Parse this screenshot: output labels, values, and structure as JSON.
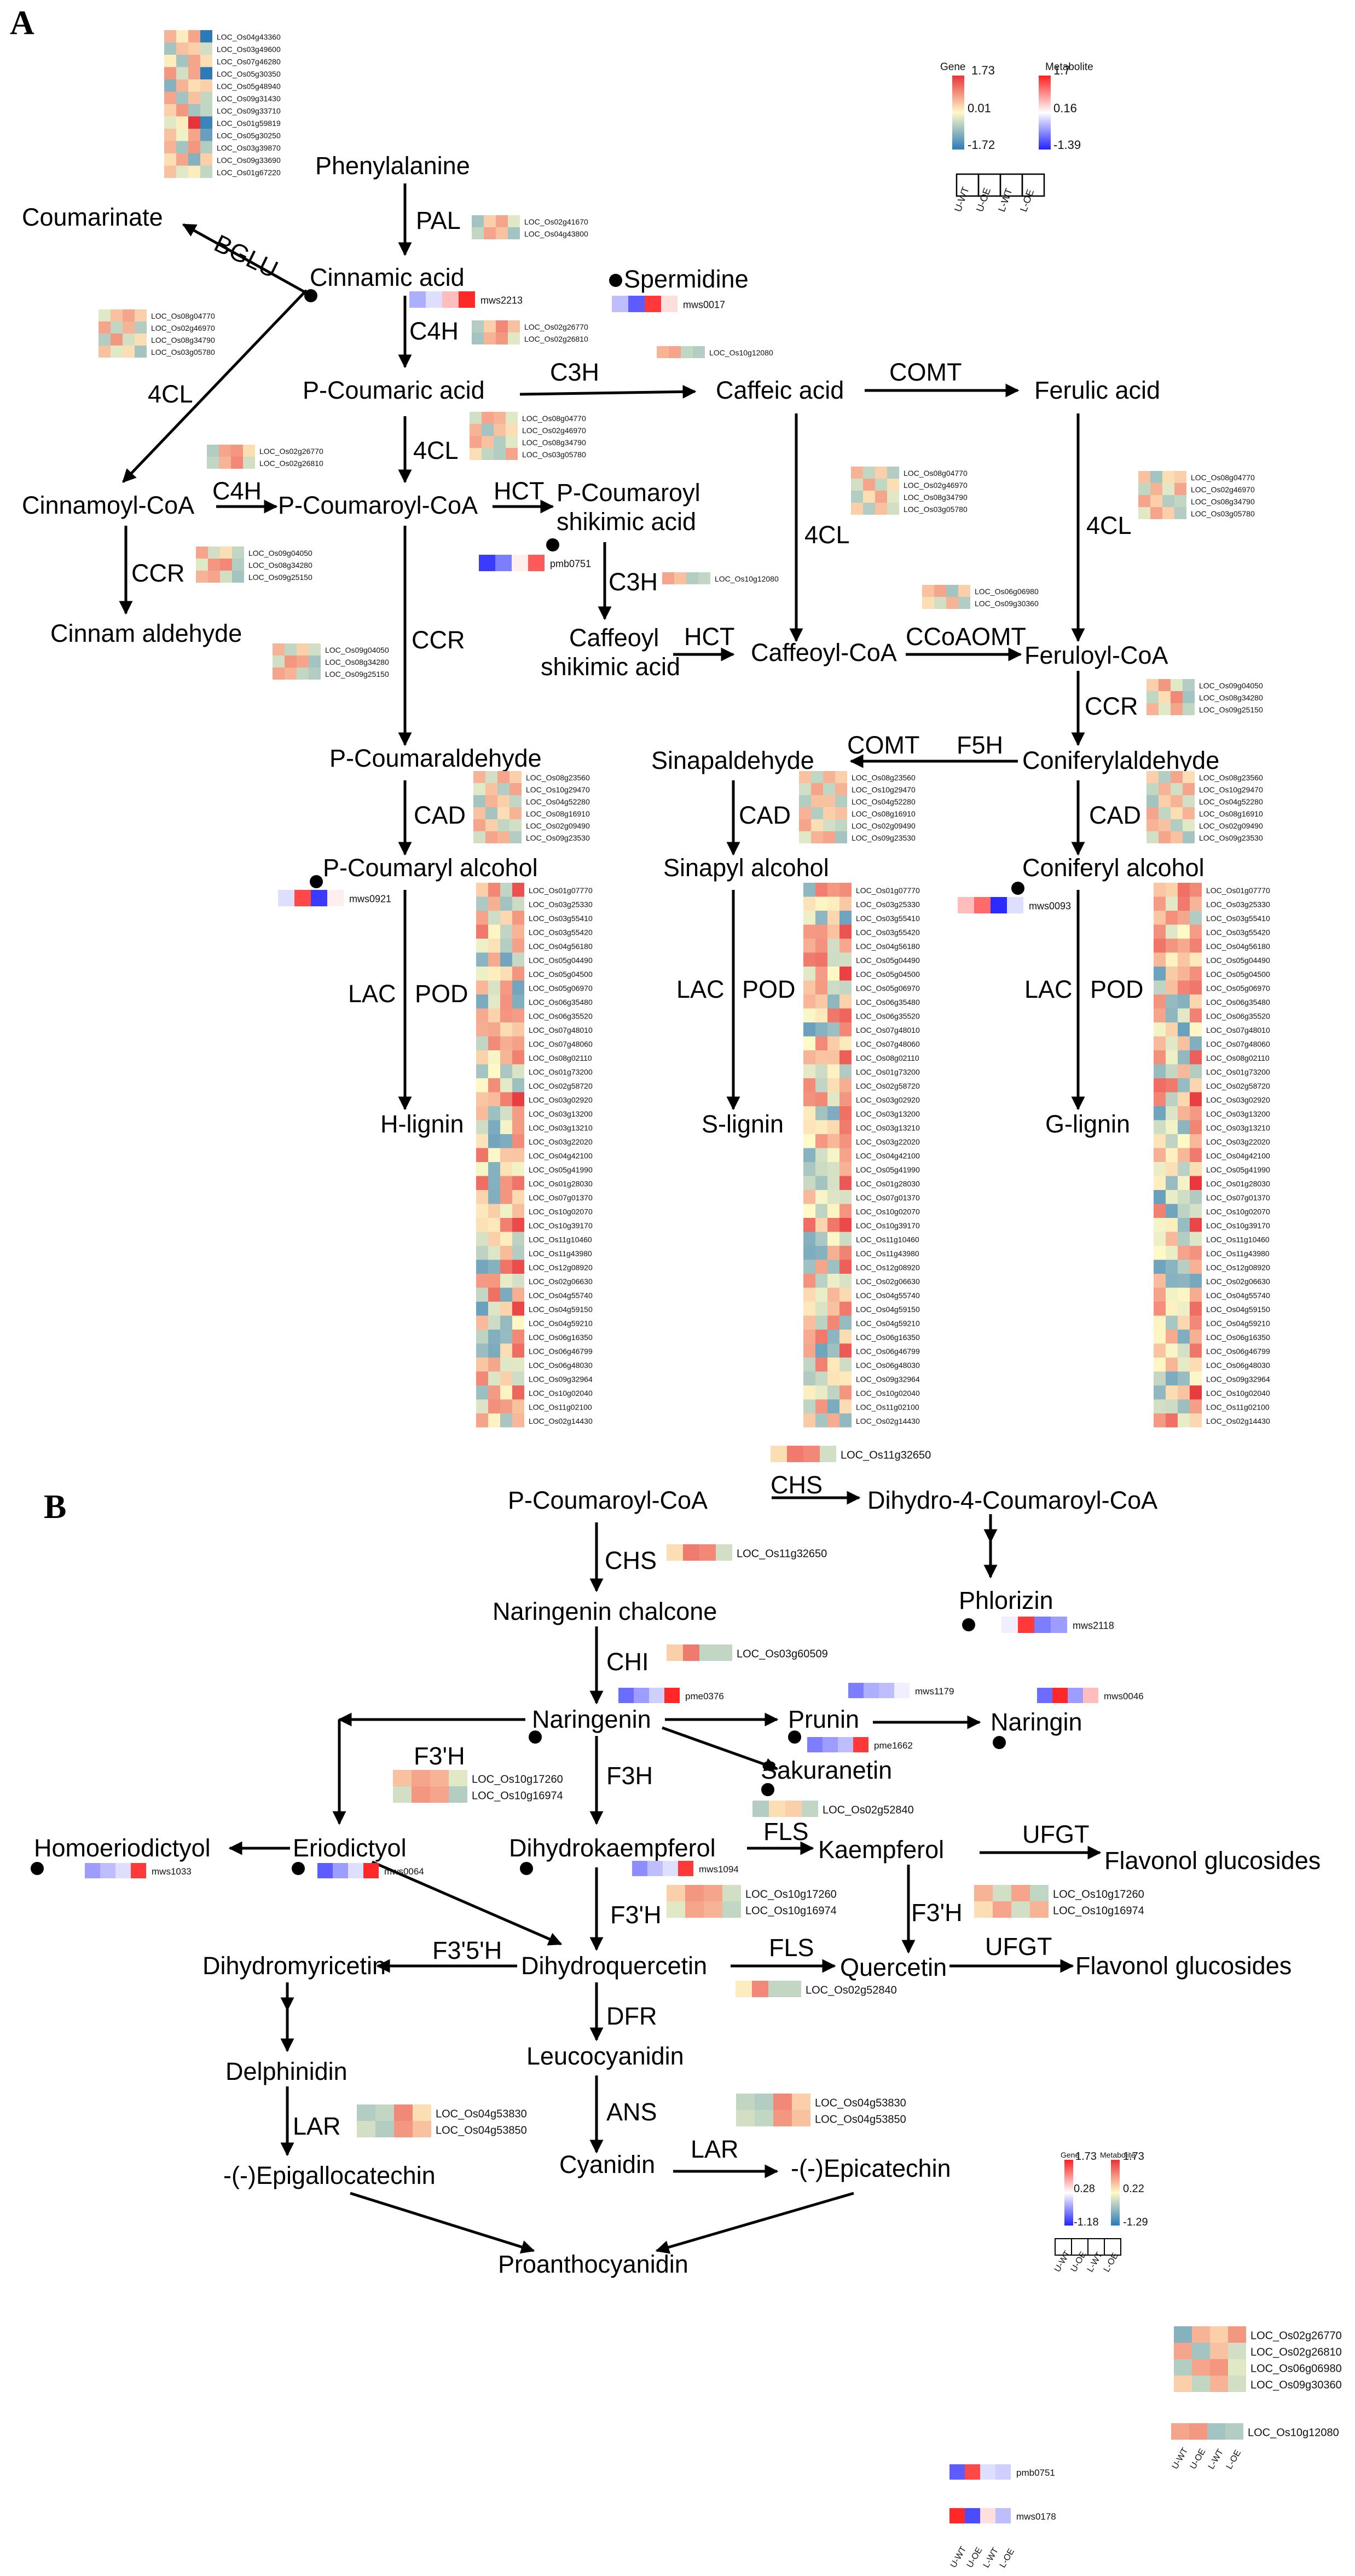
{
  "figure": {
    "panels": [
      {
        "id": "A",
        "label": "A"
      },
      {
        "id": "B",
        "label": "B"
      }
    ]
  },
  "color_scale": {
    "gene_low": "#2b7bb9",
    "gene_mid": "#fffac8",
    "gene_high": "#e8333a",
    "metabolite_low": "#2323ff",
    "metabolite_mid": "#ffffff",
    "metabolite_high": "#ff2020"
  },
  "legend_A": {
    "gene_title": "Gene",
    "metabolite_title": "Metabolite",
    "gene_max": "1.73",
    "gene_mid": "0.01",
    "gene_min": "-1.72",
    "met_max": "1.7",
    "met_mid": "0.16",
    "met_min": "-1.39",
    "columns": [
      "U-WT",
      "U-OE",
      "L-WT",
      "L-OE"
    ]
  },
  "legend_B": {
    "gene_title": "Gene",
    "metabolite_title": "Metabolite",
    "gene_max": "1.73",
    "gene_mid": "0.28",
    "gene_min": "-1.18",
    "met_max": "1.73",
    "met_mid": "0.22",
    "met_min": "-1.29",
    "columns": [
      "U-WT",
      "U-OE",
      "L-WT",
      "L-OE"
    ]
  },
  "legend_B_samples": {
    "columns": [
      "U-WT",
      "U-OE",
      "L-WT",
      "L-OE"
    ],
    "metabolite_columns": [
      "U-WT",
      "U-OE",
      "L-WT",
      "L-OE"
    ]
  },
  "nodes_A": {
    "phenylalanine": "Phenylalanine",
    "coumarinate": "Coumarinate",
    "cinnamic_acid": "Cinnamic acid",
    "spermidine": "Spermidine",
    "p_coumaric_acid": "P-Coumaric acid",
    "caffeic_acid": "Caffeic acid",
    "ferulic_acid": "Ferulic acid",
    "cinnamoyl_coa": "Cinnamoyl-CoA",
    "p_coumaroyl_coa": "P-Coumaroyl-CoA",
    "p_coumaroyl_shikimic_1": "P-Coumaroyl",
    "p_coumaroyl_shikimic_2": "shikimic acid",
    "cinnam_aldehyde": "Cinnam aldehyde",
    "caffeoyl_shikimic_1": "Caffeoyl",
    "caffeoyl_shikimic_2": "shikimic acid",
    "caffeoyl_coa": "Caffeoyl-CoA",
    "feruloyl_coa": "Feruloyl-CoA",
    "p_coumaraldehyde": "P-Coumaraldehyde",
    "sinapaldehyde": "Sinapaldehyde",
    "coniferylaldehyde": "Coniferylaldehyde",
    "p_coumaryl_alcohol": "P-Coumaryl alcohol",
    "sinapyl_alcohol": "Sinapyl alcohol",
    "coniferyl_alcohol": "Coniferyl alcohol",
    "h_lignin": "H-lignin",
    "s_lignin": "S-lignin",
    "g_lignin": "G-lignin"
  },
  "enzymes_A": {
    "pal": "PAL",
    "bglu": "BGLU",
    "c4h_1": "C4H",
    "c3h_1": "C3H",
    "comt_1": "COMT",
    "fourcl_1": "4CL",
    "fourcl_2": "4CL",
    "c4h_2": "C4H",
    "hct_1": "HCT",
    "ccr_1": "CCR",
    "c3h_2": "C3H",
    "ccr_2": "CCR",
    "hct_2": "HCT",
    "fourcl_3": "4CL",
    "fourcl_4": "4CL",
    "ccoaomt": "CCoAOMT",
    "ccr_3": "CCR",
    "comt_2": "COMT",
    "f5h": "F5H",
    "cad_1": "CAD",
    "cad_2": "CAD",
    "cad_3": "CAD",
    "lac_1": "LAC",
    "pod_1": "POD",
    "lac_2": "LAC",
    "pod_2": "POD",
    "lac_3": "LAC",
    "pod_3": "POD"
  },
  "nodes_B": {
    "p_coumaroyl_coa": "P-Coumaroyl-CoA",
    "dihydro_coumaroyl_coa": "Dihydro-4-Coumaroyl-CoA",
    "naringenin_chalcone": "Naringenin chalcone",
    "phlorizin": "Phlorizin",
    "naringenin": "Naringenin",
    "prunin": "Prunin",
    "naringin": "Naringin",
    "sakuranetin": "Sakuranetin",
    "homoeriodictyol": "Homoeriodictyol",
    "eriodictyol": "Eriodictyol",
    "dihydrokaempferol": "Dihydrokaempferol",
    "kaempferol": "Kaempferol",
    "flavonol_glucosides_1": "Flavonol glucosides",
    "dihydromyricetin": "Dihydromyricetin",
    "dihydroquercetin": "Dihydroquercetin",
    "quercetin": "Quercetin",
    "flavonol_glucosides_2": "Flavonol glucosides",
    "delphinidin": "Delphinidin",
    "leucocyanidin": "Leucocyanidin",
    "epigallocatechin": "-(-)Epigallocatechin",
    "cyanidin": "Cyanidin",
    "epicatechin": "-(-)Epicatechin",
    "proanthocyanidin": "Proanthocyanidin"
  },
  "enzymes_B": {
    "chs_1": "CHS",
    "chs_2": "CHS",
    "chi": "CHI",
    "f3h": "F3H",
    "f3ph_1": "F3'H",
    "fls_1": "FLS",
    "ufgt_1": "UFGT",
    "f3ph_2": "F3'H",
    "f3ph_3": "F3'H",
    "f35h": "F3'5'H",
    "fls_2": "FLS",
    "ufgt_2": "UFGT",
    "dfr": "DFR",
    "lar_1": "LAR",
    "ans": "ANS",
    "lar_2": "LAR"
  },
  "heatmaps": [
    {
      "id": "A_top",
      "kind": "gene",
      "genes": [
        "LOC_Os04g43360",
        "LOC_Os03g49600",
        "LOC_Os07g46280",
        "LOC_Os05g30350",
        "LOC_Os05g48940",
        "LOC_Os09g31430",
        "LOC_Os09g33710",
        "LOC_Os01g59819",
        "LOC_Os05g30250",
        "LOC_Os03g39870",
        "LOC_Os09g33690",
        "LOC_Os01g67220"
      ],
      "values": [
        [
          0.5,
          0.1,
          0.6,
          -1.5
        ],
        [
          -0.6,
          0.4,
          0.3,
          -0.3
        ],
        [
          0.1,
          -0.6,
          0.6,
          0.2
        ],
        [
          0.7,
          -0.3,
          0.6,
          -1.4
        ],
        [
          -0.8,
          0.5,
          0.2,
          0.3
        ],
        [
          0.6,
          -0.6,
          0.4,
          -0.4
        ],
        [
          0.3,
          0.7,
          -0.6,
          -0.4
        ],
        [
          -0.2,
          0.1,
          1.7,
          -1.3
        ],
        [
          0.4,
          -0.1,
          0.6,
          -1.0
        ],
        [
          0.5,
          -0.6,
          0.7,
          -0.5
        ],
        [
          0.2,
          0.6,
          -0.8,
          0.3
        ],
        [
          0.4,
          -0.2,
          0.1,
          -0.4
        ]
      ]
    },
    {
      "id": "A_PAL",
      "kind": "gene",
      "genes": [
        "LOC_Os02g41670",
        "LOC_Os04g43800"
      ],
      "values": [
        [
          -0.6,
          0.3,
          0.6,
          -0.2
        ],
        [
          -0.4,
          0.6,
          0.4,
          -0.6
        ]
      ]
    },
    {
      "id": "A_C4H",
      "kind": "gene",
      "genes": [
        "LOC_Os02g26770",
        "LOC_Os02g26810"
      ],
      "values": [
        [
          -0.5,
          0.3,
          0.8,
          0.4
        ],
        [
          -0.6,
          0.5,
          0.7,
          -0.2
        ]
      ]
    },
    {
      "id": "A_4CL_left",
      "kind": "gene",
      "genes": [
        "LOC_Os08g04770",
        "LOC_Os02g46970",
        "LOC_Os08g34790",
        "LOC_Os03g05780"
      ],
      "values": [
        [
          -0.2,
          0.4,
          0.6,
          0.3
        ],
        [
          0.6,
          -0.4,
          0.5,
          -0.5
        ],
        [
          -0.5,
          0.7,
          -0.3,
          0.2
        ],
        [
          0.4,
          -0.2,
          0.2,
          -0.6
        ]
      ]
    },
    {
      "id": "A_C3H_top",
      "kind": "gene",
      "genes": [
        "LOC_Os10g12080"
      ],
      "values": [
        [
          0.5,
          0.6,
          -0.4,
          -0.5
        ]
      ]
    },
    {
      "id": "A_4CL_mid",
      "kind": "gene",
      "genes": [
        "LOC_Os08g04770",
        "LOC_Os02g46970",
        "LOC_Os08g34790",
        "LOC_Os03g05780"
      ],
      "values": [
        [
          -0.3,
          0.6,
          0.5,
          -0.2
        ],
        [
          0.5,
          -0.6,
          0.4,
          0.2
        ],
        [
          0.6,
          0.4,
          -0.5,
          -0.2
        ],
        [
          0.2,
          -0.4,
          -0.5,
          0.6
        ]
      ]
    },
    {
      "id": "A_C4H_2",
      "kind": "gene",
      "genes": [
        "LOC_Os02g26770",
        "LOC_Os02g26810"
      ],
      "values": [
        [
          -0.5,
          0.6,
          0.7,
          0.2
        ],
        [
          -0.4,
          0.5,
          0.8,
          -0.3
        ]
      ]
    },
    {
      "id": "A_CCR_left",
      "kind": "gene",
      "genes": [
        "LOC_Os09g04050",
        "LOC_Os08g34280",
        "LOC_Os09g25150"
      ],
      "values": [
        [
          0.6,
          -0.3,
          0.2,
          -0.4
        ],
        [
          -0.2,
          0.7,
          0.8,
          -0.5
        ],
        [
          0.5,
          0.6,
          -0.3,
          -0.6
        ]
      ]
    },
    {
      "id": "A_4CL_caf",
      "kind": "gene",
      "genes": [
        "LOC_Os08g04770",
        "LOC_Os02g46970",
        "LOC_Os08g34790",
        "LOC_Os03g05780"
      ],
      "values": [
        [
          0.5,
          -0.4,
          0.3,
          -0.5
        ],
        [
          -0.3,
          0.6,
          -0.4,
          0.2
        ],
        [
          -0.5,
          0.2,
          0.6,
          -0.2
        ],
        [
          0.3,
          -0.5,
          0.4,
          -0.3
        ]
      ]
    },
    {
      "id": "A_4CL_fer",
      "kind": "gene",
      "genes": [
        "LOC_Os08g04770",
        "LOC_Os02g46970",
        "LOC_Os08g34790",
        "LOC_Os03g05780"
      ],
      "values": [
        [
          0.4,
          -0.6,
          0.2,
          0.3
        ],
        [
          -0.4,
          0.5,
          -0.2,
          0.6
        ],
        [
          0.6,
          0.3,
          -0.5,
          -0.4
        ],
        [
          -0.2,
          0.6,
          0.3,
          -0.5
        ]
      ]
    },
    {
      "id": "A_C3H_2",
      "kind": "gene",
      "genes": [
        "LOC_Os10g12080"
      ],
      "values": [
        [
          0.6,
          0.4,
          -0.5,
          -0.4
        ]
      ]
    },
    {
      "id": "A_CCoAOMT",
      "kind": "gene",
      "genes": [
        "LOC_Os06g06980",
        "LOC_Os09g30360"
      ],
      "values": [
        [
          0.4,
          0.6,
          -0.6,
          0.3
        ],
        [
          0.2,
          -0.3,
          0.5,
          -0.5
        ]
      ]
    },
    {
      "id": "A_CCR_mid",
      "kind": "gene",
      "genes": [
        "LOC_Os09g04050",
        "LOC_Os08g34280",
        "LOC_Os09g25150"
      ],
      "values": [
        [
          0.5,
          -0.4,
          0.3,
          -0.3
        ],
        [
          -0.3,
          0.7,
          0.6,
          -0.6
        ],
        [
          0.6,
          0.5,
          -0.4,
          -0.5
        ]
      ]
    },
    {
      "id": "A_CCR_right",
      "kind": "gene",
      "genes": [
        "LOC_Os09g04050",
        "LOC_Os08g34280",
        "LOC_Os09g25150"
      ],
      "values": [
        [
          0.3,
          0.7,
          -0.2,
          -0.5
        ],
        [
          -0.4,
          0.2,
          0.8,
          -0.6
        ],
        [
          0.5,
          -0.2,
          0.6,
          -0.4
        ]
      ]
    },
    {
      "id": "A_CAD_1",
      "kind": "gene",
      "genes": [
        "LOC_Os08g23560",
        "LOC_Os10g29470",
        "LOC_Os04g52280",
        "LOC_Os08g16910",
        "LOC_Os02g09490",
        "LOC_Os09g23530"
      ],
      "values": [
        [
          0.5,
          -0.3,
          0.6,
          0.3
        ],
        [
          -0.2,
          0.4,
          -0.5,
          0.6
        ],
        [
          -0.6,
          0.5,
          0.3,
          -0.4
        ],
        [
          0.4,
          -0.6,
          0.2,
          0.5
        ],
        [
          0.6,
          0.3,
          -0.4,
          -0.3
        ],
        [
          -0.3,
          0.6,
          0.5,
          -0.5
        ]
      ]
    },
    {
      "id": "A_CAD_2",
      "kind": "gene",
      "genes": [
        "LOC_Os08g23560",
        "LOC_Os10g29470",
        "LOC_Os04g52280",
        "LOC_Os08g16910",
        "LOC_Os02g09490",
        "LOC_Os09g23530"
      ],
      "values": [
        [
          0.4,
          -0.4,
          0.5,
          0.3
        ],
        [
          -0.3,
          0.6,
          -0.4,
          0.5
        ],
        [
          -0.5,
          0.4,
          0.4,
          -0.5
        ],
        [
          0.5,
          -0.5,
          0.3,
          0.4
        ],
        [
          0.6,
          0.2,
          -0.3,
          -0.4
        ],
        [
          -0.2,
          0.5,
          0.6,
          -0.6
        ]
      ]
    },
    {
      "id": "A_CAD_3",
      "kind": "gene",
      "genes": [
        "LOC_Os08g23560",
        "LOC_Os10g29470",
        "LOC_Os04g52280",
        "LOC_Os08g16910",
        "LOC_Os02g09490",
        "LOC_Os09g23530"
      ],
      "values": [
        [
          0.3,
          -0.5,
          0.6,
          0.2
        ],
        [
          -0.4,
          0.5,
          -0.3,
          0.6
        ],
        [
          -0.6,
          0.3,
          0.5,
          -0.3
        ],
        [
          0.6,
          -0.4,
          0.2,
          0.5
        ],
        [
          0.5,
          0.4,
          -0.5,
          -0.2
        ],
        [
          -0.3,
          0.6,
          0.4,
          -0.6
        ]
      ]
    }
  ],
  "lignin_genes": [
    "LOC_Os01g07770",
    "LOC_Os03g25330",
    "LOC_Os03g55410",
    "LOC_Os03g55420",
    "LOC_Os04g56180",
    "LOC_Os05g04490",
    "LOC_Os05g04500",
    "LOC_Os05g06970",
    "LOC_Os06g35480",
    "LOC_Os06g35520",
    "LOC_Os07g48010",
    "LOC_Os07g48060",
    "LOC_Os08g02110",
    "LOC_Os01g73200",
    "LOC_Os02g58720",
    "LOC_Os03g02920",
    "LOC_Os03g13200",
    "LOC_Os03g13210",
    "LOC_Os03g22020",
    "LOC_Os04g42100",
    "LOC_Os05g41990",
    "LOC_Os01g28030",
    "LOC_Os07g01370",
    "LOC_Os10g02070",
    "LOC_Os10g39170",
    "LOC_Os11g10460",
    "LOC_Os11g43980",
    "LOC_Os12g08920",
    "LOC_Os02g06630",
    "LOC_Os04g55740",
    "LOC_Os04g59150",
    "LOC_Os04g59210",
    "LOC_Os06g16350",
    "LOC_Os06g46799",
    "LOC_Os06g48030",
    "LOC_Os09g32964",
    "LOC_Os10g02040",
    "LOC_Os11g02100",
    "LOC_Os02g14430"
  ],
  "heatmaps_B": [
    {
      "id": "B_CHS_top",
      "genes": [
        "LOC_Os11g32650"
      ],
      "values": [
        [
          0.2,
          0.9,
          0.8,
          -0.3
        ]
      ]
    },
    {
      "id": "B_CHS",
      "genes": [
        "LOC_Os11g32650"
      ],
      "values": [
        [
          0.2,
          0.9,
          0.8,
          -0.3
        ]
      ]
    },
    {
      "id": "B_CHI",
      "genes": [
        "LOC_Os03g60509"
      ],
      "values": [
        [
          0.3,
          0.9,
          -0.4,
          -0.4
        ]
      ]
    },
    {
      "id": "B_F3pH_1",
      "genes": [
        "LOC_Os10g17260",
        "LOC_Os10g16974"
      ],
      "values": [
        [
          0.4,
          0.6,
          0.5,
          -0.2
        ],
        [
          -0.3,
          0.7,
          0.6,
          -0.5
        ]
      ]
    },
    {
      "id": "B_FLS_1",
      "genes": [
        "LOC_Os02g52840"
      ],
      "values": [
        [
          -0.5,
          0.2,
          0.3,
          -0.4
        ]
      ]
    },
    {
      "id": "B_F3pH_2",
      "genes": [
        "LOC_Os10g17260",
        "LOC_Os10g16974"
      ],
      "values": [
        [
          0.3,
          0.7,
          0.6,
          -0.3
        ],
        [
          -0.2,
          0.6,
          0.5,
          -0.4
        ]
      ]
    },
    {
      "id": "B_F3pH_3",
      "genes": [
        "LOC_Os10g17260",
        "LOC_Os10g16974"
      ],
      "values": [
        [
          0.5,
          -0.3,
          0.6,
          -0.4
        ],
        [
          0.2,
          0.6,
          -0.3,
          0.5
        ]
      ]
    },
    {
      "id": "B_FLS_2",
      "genes": [
        "LOC_Os02g52840"
      ],
      "values": [
        [
          0.1,
          0.8,
          -0.4,
          -0.4
        ]
      ]
    },
    {
      "id": "B_LAR_1",
      "genes": [
        "LOC_Os04g53830",
        "LOC_Os04g53850"
      ],
      "values": [
        [
          -0.5,
          -0.4,
          0.8,
          0.2
        ],
        [
          -0.3,
          -0.5,
          0.7,
          0.4
        ]
      ]
    },
    {
      "id": "B_LAR_2",
      "genes": [
        "LOC_Os04g53830",
        "LOC_Os04g53850"
      ],
      "values": [
        [
          -0.4,
          -0.5,
          0.8,
          0.3
        ],
        [
          -0.3,
          -0.4,
          0.7,
          0.4
        ]
      ]
    },
    {
      "id": "B_sample_4",
      "genes": [
        "LOC_Os02g26770",
        "LOC_Os02g26810",
        "LOC_Os06g06980",
        "LOC_Os09g30360"
      ],
      "values": [
        [
          -0.8,
          0.5,
          0.3,
          0.7
        ],
        [
          0.6,
          -0.6,
          0.4,
          -0.3
        ],
        [
          -0.5,
          0.6,
          0.7,
          -0.2
        ],
        [
          0.3,
          -0.4,
          0.5,
          -0.3
        ]
      ]
    },
    {
      "id": "B_sample_1",
      "genes": [
        "LOC_Os10g12080"
      ],
      "values": [
        [
          0.6,
          0.7,
          -0.6,
          -0.5
        ]
      ]
    }
  ],
  "metabolites": [
    {
      "id": "mws2213",
      "label": "mws2213",
      "values": [
        -0.5,
        -0.2,
        0.4,
        1.3
      ]
    },
    {
      "id": "mws0017",
      "label": "mws0017",
      "values": [
        -0.4,
        -1.0,
        1.2,
        0.2
      ]
    },
    {
      "id": "pmb0751",
      "label": "pmb0751",
      "values": [
        -1.2,
        -0.8,
        0.1,
        1.0
      ]
    },
    {
      "id": "mws0921",
      "label": "mws0921",
      "values": [
        -0.2,
        1.1,
        -1.2,
        0.1
      ]
    },
    {
      "id": "mws0093",
      "label": "mws0093",
      "values": [
        0.4,
        0.9,
        -1.3,
        -0.2
      ]
    },
    {
      "id": "mws2118",
      "label": "mws2118",
      "values": [
        -0.1,
        1.2,
        -0.8,
        -0.6
      ]
    },
    {
      "id": "pme0376",
      "label": "pme0376",
      "values": [
        -0.9,
        -0.6,
        -0.3,
        1.3
      ]
    },
    {
      "id": "mws1179",
      "label": "mws1179",
      "values": [
        -0.8,
        -0.5,
        -0.4,
        -0.1
      ]
    },
    {
      "id": "mws0046",
      "label": "mws0046",
      "values": [
        -0.9,
        1.3,
        -0.6,
        0.4
      ]
    },
    {
      "id": "pme1662",
      "label": "pme1662",
      "values": [
        -0.8,
        -0.6,
        -0.4,
        1.2
      ]
    },
    {
      "id": "mws1033",
      "label": "mws1033",
      "values": [
        -0.6,
        -0.4,
        -0.2,
        1.2
      ]
    },
    {
      "id": "mws0064",
      "label": "mws0064",
      "values": [
        -1.0,
        -0.6,
        -0.2,
        1.3
      ]
    },
    {
      "id": "mws1094",
      "label": "mws1094",
      "values": [
        -0.7,
        -0.4,
        -0.2,
        1.2
      ]
    },
    {
      "id": "pmb0751_B",
      "label": "pmb0751",
      "values": [
        -1.0,
        1.1,
        -0.2,
        -0.3
      ]
    },
    {
      "id": "mws0178",
      "label": "mws0178",
      "values": [
        1.3,
        -1.1,
        0.2,
        -0.4
      ]
    }
  ]
}
